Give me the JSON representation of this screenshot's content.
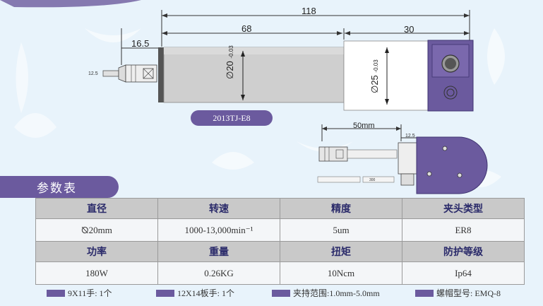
{
  "dimensions": {
    "total_length": "118",
    "body_length": "68",
    "rear_length": "30",
    "collet_length": "16.5",
    "shaft_dia": "12.5",
    "body_diameter": "∅20",
    "body_tol": "-0.03",
    "rear_diameter": "∅25",
    "rear_tol": "-0.03",
    "bottom_length": "50mm",
    "bottom_small": "12.5",
    "bottom_tube": "300"
  },
  "model": "2013TJ-E8",
  "params_title": "参数表",
  "table": {
    "row1_headers": [
      "直径",
      "转速",
      "精度",
      "夹头类型"
    ],
    "row1_values": [
      "⦰20mm",
      "1000-13,000min⁻¹",
      "5um",
      "ER8"
    ],
    "row2_headers": [
      "功率",
      "重量",
      "扭矩",
      "防护等级"
    ],
    "row2_values": [
      "180W",
      "0.26KG",
      "10Ncm",
      "Ip64"
    ]
  },
  "legend": [
    "9X11手: 1个",
    "12X14板手: 1个",
    "夹持范围:1.0mm-5.0mm",
    "螺帽型号: EMQ-8"
  ],
  "colors": {
    "accent": "#6b5a9e",
    "background": "#e8f3fb",
    "header_bg": "#c9c9c9"
  }
}
